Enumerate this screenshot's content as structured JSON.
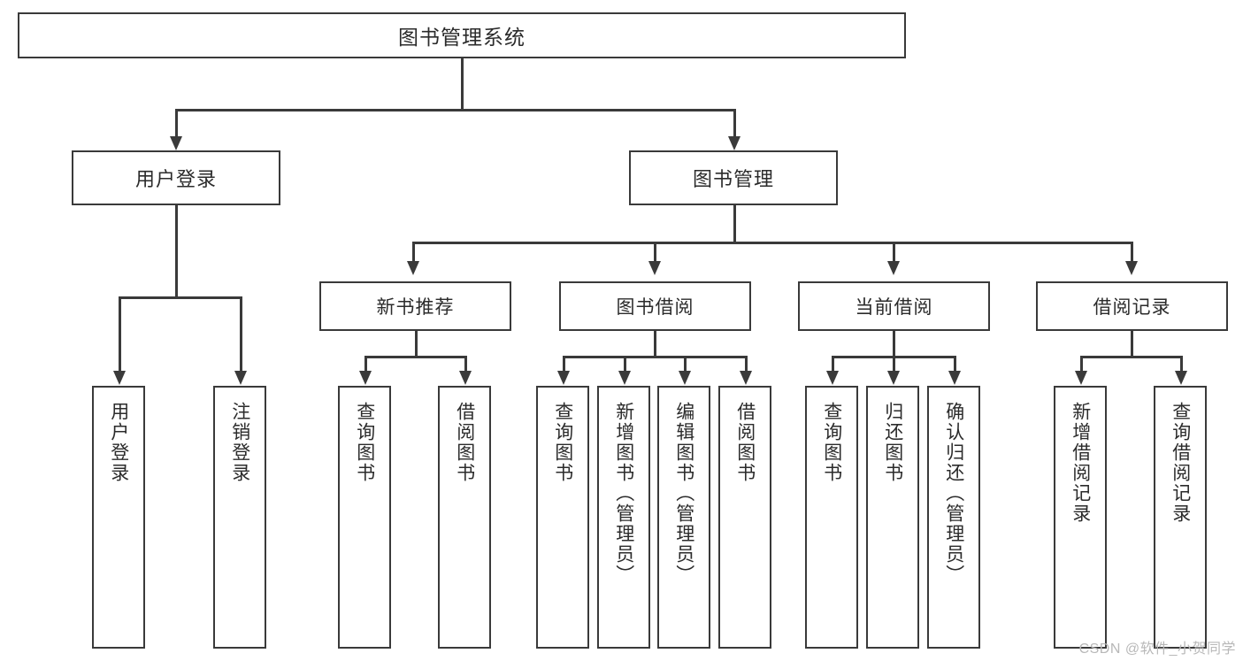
{
  "diagram": {
    "title": "图书管理系统",
    "type": "tree-hierarchy-diagram",
    "colors": {
      "box_border": "#3a3a3a",
      "box_fill": "#ffffff",
      "text": "#2b2b2b",
      "connector": "#3a3a3a",
      "watermark": "#b8b8b8",
      "background": "#ffffff"
    },
    "root": {
      "label": "图书管理系统"
    },
    "level2": [
      {
        "label": "用户登录"
      },
      {
        "label": "图书管理"
      }
    ],
    "level3": [
      {
        "label": "新书推荐"
      },
      {
        "label": "图书借阅"
      },
      {
        "label": "当前借阅"
      },
      {
        "label": "借阅记录"
      }
    ],
    "leaves": {
      "user_login": [
        {
          "label": "用户登录"
        },
        {
          "label": "注销登录"
        }
      ],
      "new_book_recommend": [
        {
          "label": "查询图书"
        },
        {
          "label": "借阅图书"
        }
      ],
      "book_borrow": [
        {
          "label": "查询图书"
        },
        {
          "label": "新增图书（管理员）"
        },
        {
          "label": "编辑图书（管理员）"
        },
        {
          "label": "借阅图书"
        }
      ],
      "current_borrow": [
        {
          "label": "查询图书"
        },
        {
          "label": "归还图书"
        },
        {
          "label": "确认归还（管理员）"
        }
      ],
      "borrow_record": [
        {
          "label": "新增借阅记录"
        },
        {
          "label": "查询借阅记录"
        }
      ]
    }
  },
  "watermark": {
    "text": "CSDN @软件_小贺同学"
  }
}
